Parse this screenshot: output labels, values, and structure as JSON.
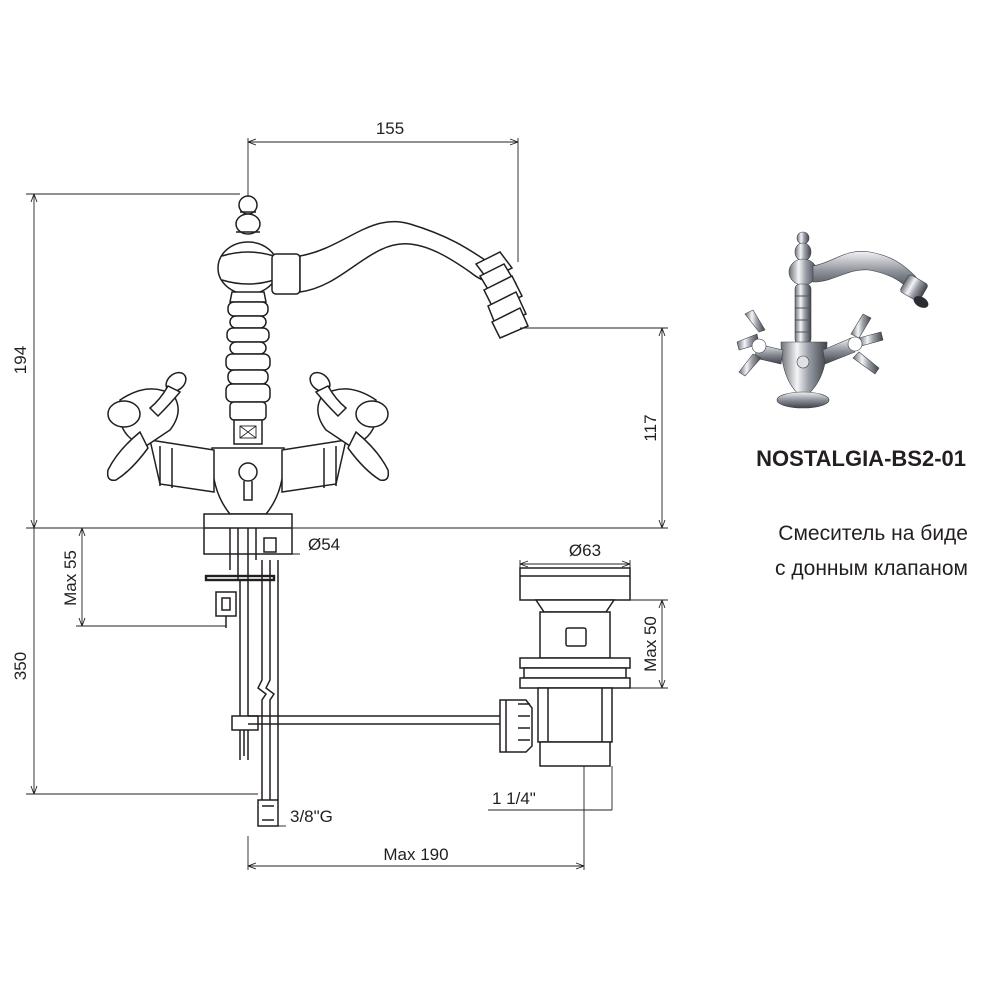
{
  "product": {
    "model": "NOSTALGIA-BS2-01",
    "description_line1": "Смеситель на биде",
    "description_line2": "с донным клапаном"
  },
  "dimensions": {
    "spout_reach": "155",
    "total_height": "194",
    "spout_height": "117",
    "base_diameter": "Ø54",
    "max_deck_thickness": "Max 55",
    "hose_length": "350",
    "waste_diameter": "Ø63",
    "waste_max": "Max 50",
    "waste_thread": "1 1/4\"",
    "hose_thread": "3/8\"G",
    "rod_max": "Max 190"
  }
}
